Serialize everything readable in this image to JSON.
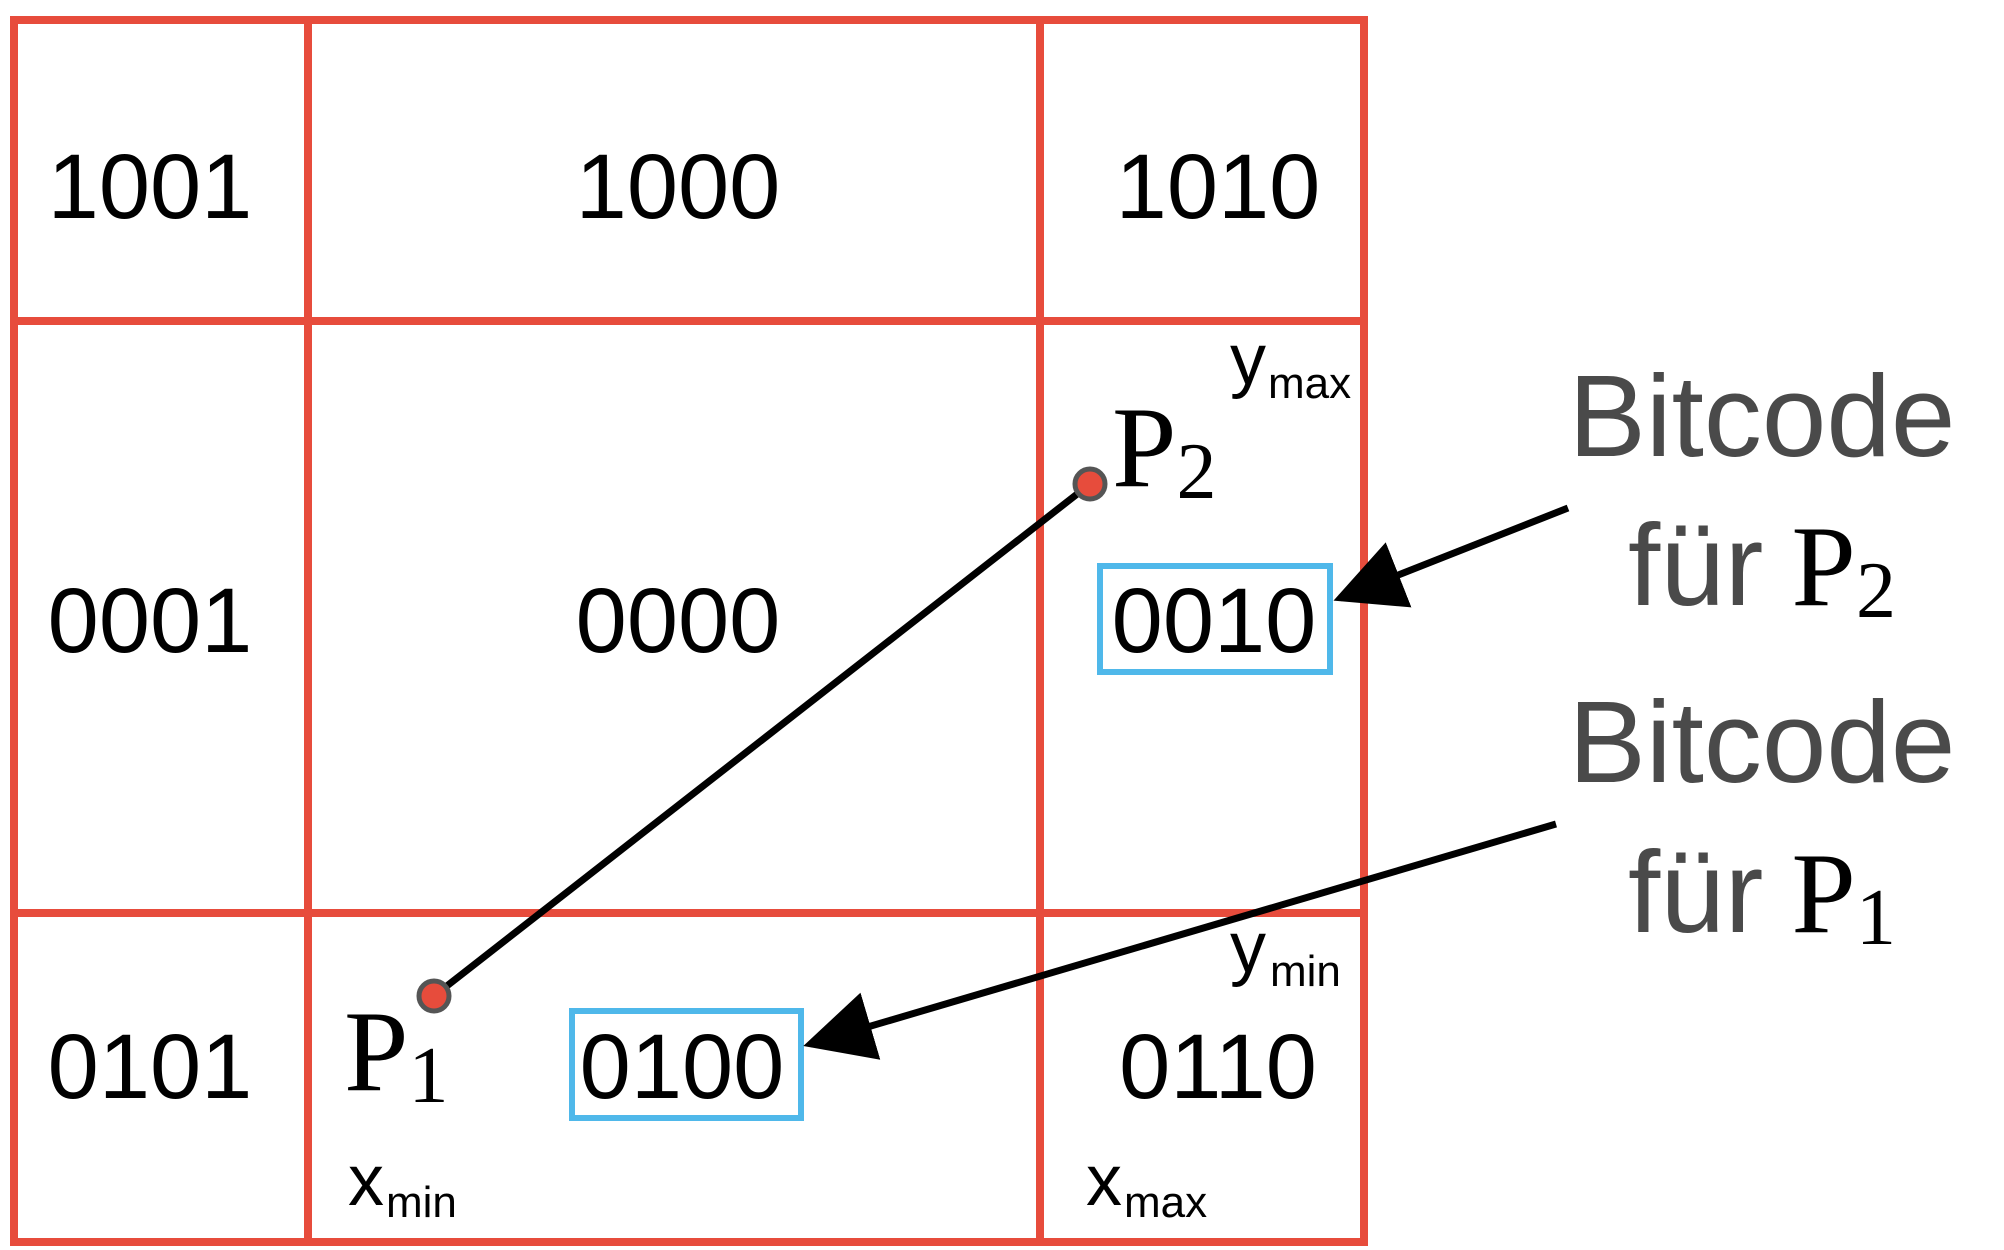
{
  "regions": {
    "top_left": "1001",
    "top_center": "1000",
    "top_right": "1010",
    "middle_left": "0001",
    "middle_center": "0000",
    "middle_right": "0010",
    "bottom_left": "0101",
    "bottom_center": "0100",
    "bottom_right": "0110"
  },
  "points": {
    "p1": {
      "letter": "P",
      "index": "1"
    },
    "p2": {
      "letter": "P",
      "index": "2"
    }
  },
  "boundaries": {
    "y_max": {
      "var": "y",
      "sub": "max"
    },
    "y_min": {
      "var": "y",
      "sub": "min"
    },
    "x_min": {
      "var": "x",
      "sub": "min"
    },
    "x_max": {
      "var": "x",
      "sub": "max"
    }
  },
  "callouts": {
    "p2": {
      "line1": "Bitcode",
      "line2": "für",
      "point_letter": "P",
      "point_index": "2"
    },
    "p1": {
      "line1": "Bitcode",
      "line2": "für",
      "point_letter": "P",
      "point_index": "1"
    }
  },
  "colors": {
    "grid": "#e74c3c",
    "highlight": "#4fb8ea",
    "point_fill": "#e74c3c",
    "point_stroke": "#555555",
    "line": "#000000",
    "callout_text": "#4a4a4a"
  }
}
